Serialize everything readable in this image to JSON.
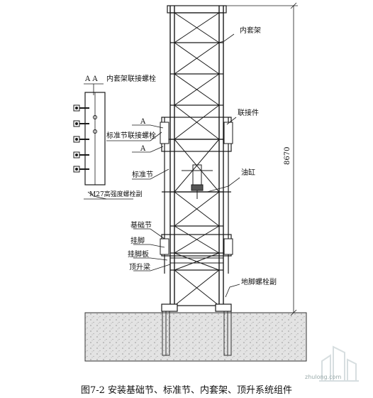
{
  "labels": {
    "inner_frame": "内套架",
    "section_aa": "A A",
    "inner_frame_bolt": "内套架联接螺栓",
    "connector": "联接件",
    "std_section_bolt": "标准节联接螺栓",
    "marker_a": "A",
    "std_section": "标准节",
    "cylinder": "油缸",
    "m27_bolt": "M27高强度螺栓副",
    "base_section": "基础节",
    "hanging_foot": "挂脚",
    "hanging_plate": "挂脚板",
    "lift_beam": "顶升梁",
    "anchor_bolt": "地脚螺栓副",
    "height_dim": "8670"
  },
  "caption": "图7-2 安装基础节、标准节、内套架、顶升系统组件",
  "watermark": {
    "site": "zhulong.com",
    "icon": "building-icon"
  },
  "colors": {
    "line": "#1a1a1a",
    "concrete": "#e2e2e2",
    "concrete_dots": "#8a8a8a"
  }
}
